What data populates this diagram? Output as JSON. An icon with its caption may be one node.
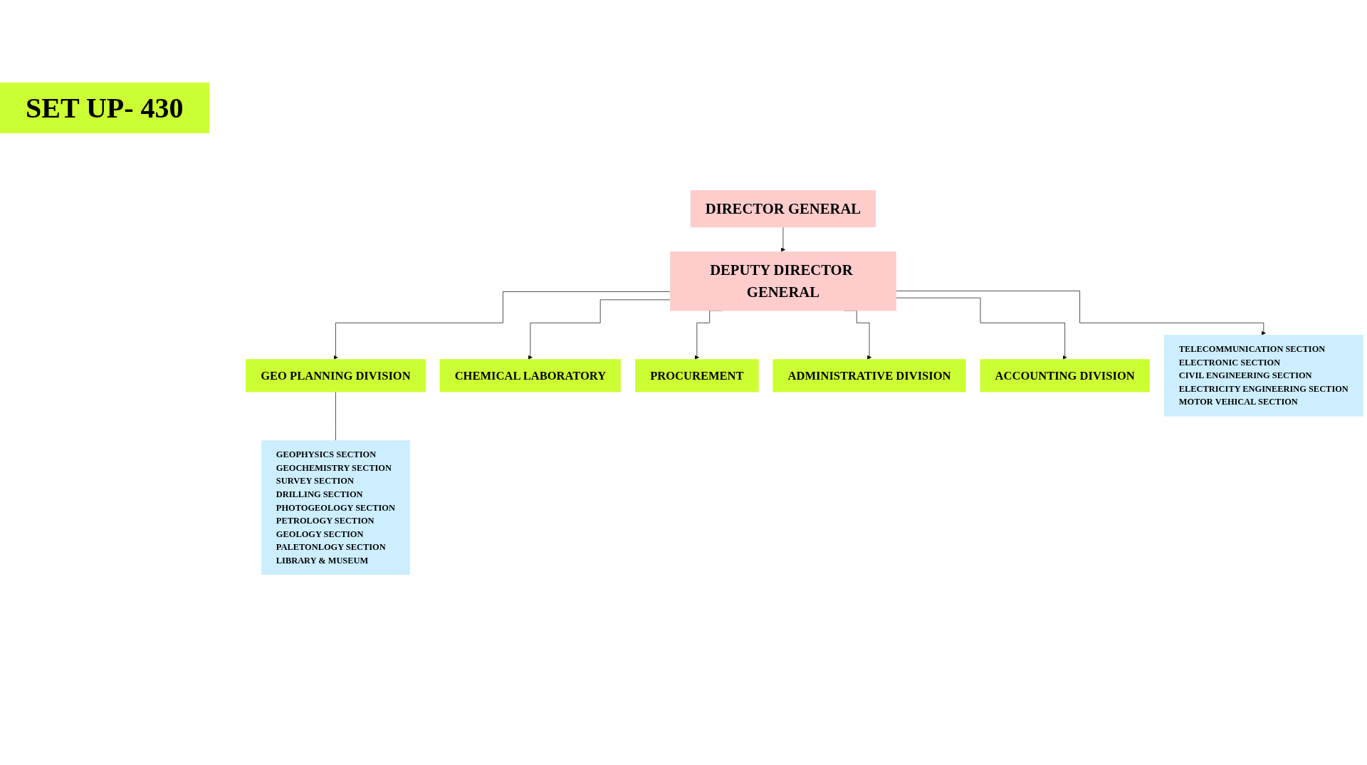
{
  "diagram": {
    "nodes": [
      {
        "text": [
          "DIRECTOR GENERAL"
        ]
      },
      {
        "text": [
          "DEPUTY DIRECTOR GENERAL"
        ]
      },
      {
        "text": [
          "GEO PLANNING DIVISION"
        ]
      },
      {
        "text": [
          "CHEMICAL LABORATORY"
        ]
      },
      {
        "text": [
          "PROCUREMENT"
        ]
      },
      {
        "text": [
          "ADMINISTRATIVE DIVISION"
        ]
      },
      {
        "text": [
          "ACCOUNTING DIVISION"
        ]
      },
      {
        "text": [
          "GEOPHYSICS SECTION",
          "GEOCHEMISTRY SECTION",
          "SURVEY SECTION",
          "DRILLING SECTION",
          "PHOTOGEOLOGY SECTION",
          "PETROLOGY SECTION",
          "GEOLOGY SECTION",
          "PALETONLOGY SECTION",
          "LIBRARY & MUSEUM"
        ]
      },
      {
        "text": [
          "TELECOMMUNICATION SECTION",
          "ELECTRONIC SECTION",
          "CIVIL ENGINEERING SECTION",
          "ELECTRICITY ENGINEERING SECTION",
          "MOTOR VEHICAL SECTION"
        ]
      }
    ],
    "edges": [
      {
        "from": 0,
        "to": 1,
        "arrow": "to"
      },
      {
        "from": 1,
        "to": 2,
        "arrow": "to"
      },
      {
        "from": 1,
        "to": 3,
        "arrow": "to"
      },
      {
        "from": 1,
        "to": 4,
        "arrow": "to"
      },
      {
        "from": 1,
        "to": 8,
        "arrow": "to"
      },
      {
        "from": 1,
        "to": 5,
        "arrow": "to"
      },
      {
        "from": 1,
        "to": 6,
        "arrow": "to"
      },
      {
        "from": 2,
        "to": 7,
        "arrow": "none"
      }
    ],
    "labels": [
      "SET UP- 430"
    ]
  }
}
